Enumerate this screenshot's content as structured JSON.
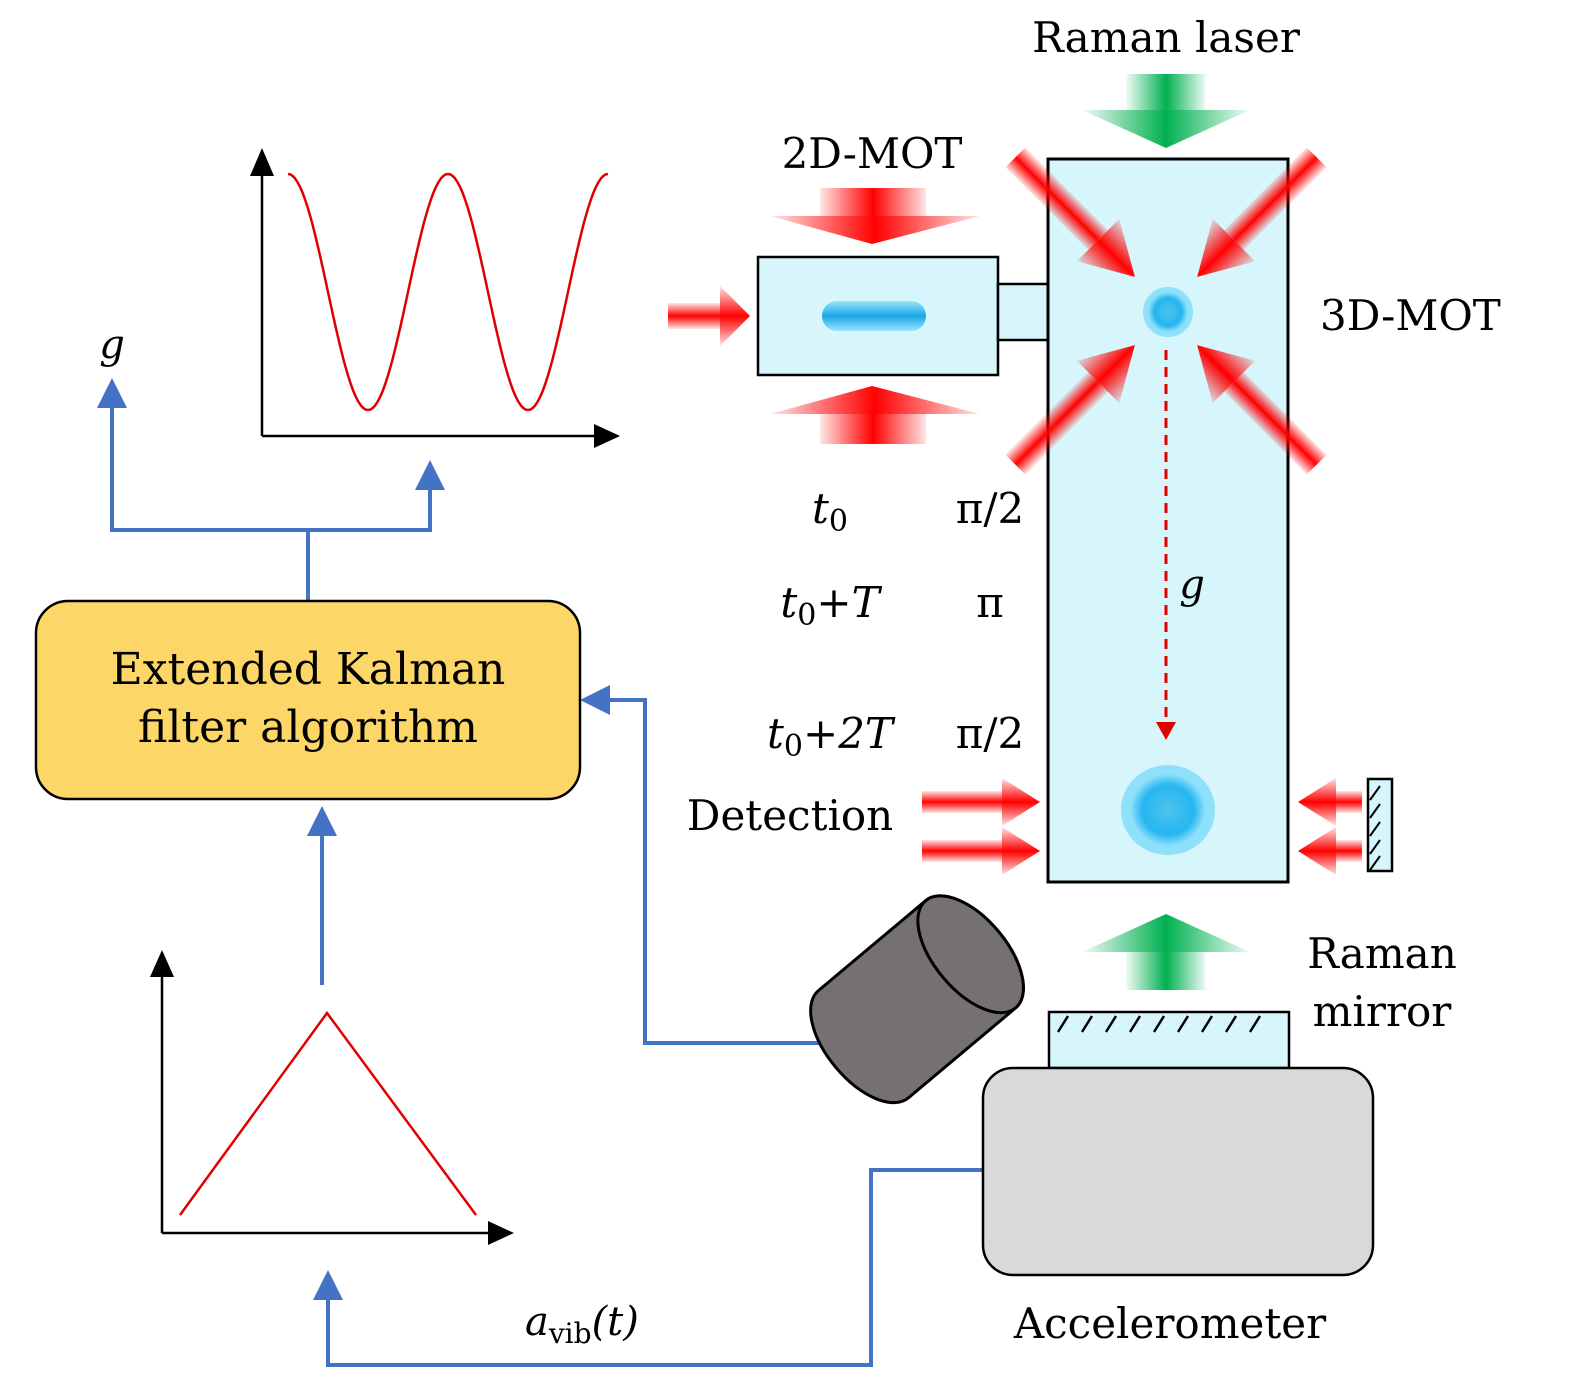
{
  "labels": {
    "raman_laser": "Raman laser",
    "mot2d": "2D-MOT",
    "mot3d": "3D-MOT",
    "g_output": "g",
    "g_fall": "g",
    "kalman_line1": "Extended Kalman",
    "kalman_line2": "filter algorithm",
    "detection": "Detection",
    "raman_mirror_line1": "Raman",
    "raman_mirror_line2": "mirror",
    "accelerometer": "Accelerometer",
    "avib_a": "a",
    "avib_sub": "vib",
    "avib_t": "(t)"
  },
  "pulse_sequence": [
    {
      "time_t": "t",
      "time_sub": "0",
      "time_rest": "",
      "pulse": "π/2"
    },
    {
      "time_t": "t",
      "time_sub": "0",
      "time_rest": "+T",
      "pulse": "π"
    },
    {
      "time_t": "t",
      "time_sub": "0",
      "time_rest": "+2T",
      "pulse": "π/2"
    }
  ],
  "colors": {
    "laser_red": "#ff0000",
    "raman_green": "#00b050",
    "chamber_fill": "#d6f6fc",
    "atom_blue": "#1aa7e8",
    "signal_blue": "#4472c4",
    "kalman_fill": "#fcd767",
    "detector_gray": "#767171",
    "accelerometer_gray": "#d9d9d9",
    "curve_red": "#e00000"
  }
}
